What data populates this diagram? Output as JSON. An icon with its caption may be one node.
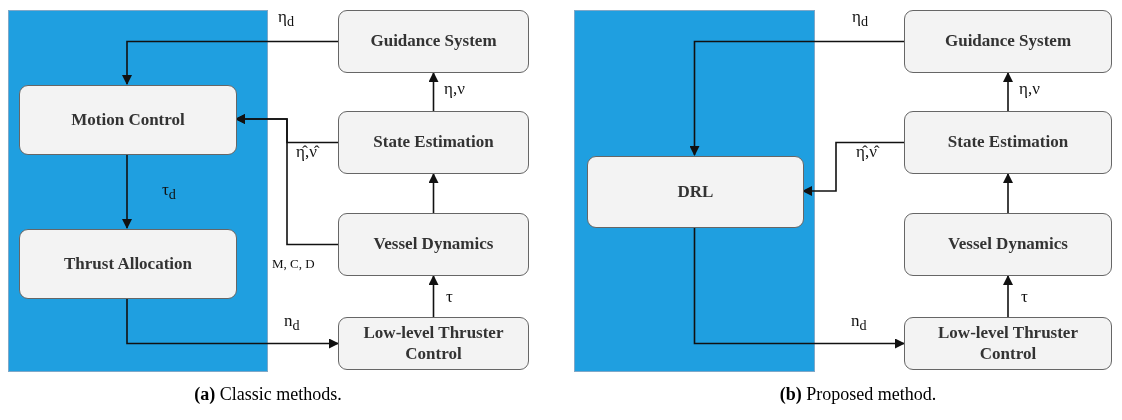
{
  "diagram": {
    "nodes": [
      {
        "text": [],
        "shape": "box"
      },
      {
        "text": [
          "Motion Control"
        ],
        "in": 0
      },
      {
        "text": [
          "Thrust Allocation"
        ],
        "in": 0
      },
      {
        "text": [
          "Guidance System"
        ]
      },
      {
        "text": [
          "State Estimation"
        ]
      },
      {
        "text": [
          "Vessel Dynamics"
        ]
      },
      {
        "text": [
          "Low-level Thruster Control"
        ]
      },
      {
        "text": [],
        "shape": "box"
      },
      {
        "text": [
          "DRL"
        ],
        "in": 7
      },
      {
        "text": [
          "Guidance System"
        ]
      },
      {
        "text": [
          "State Estimation"
        ]
      },
      {
        "text": [
          "Vessel Dynamics"
        ]
      },
      {
        "text": [
          "Low-level Thruster Control"
        ]
      }
    ],
    "edges": [
      {
        "from": 3,
        "to": 1,
        "arrow": "to",
        "label": "η$_{d}$"
      },
      {
        "from": 4,
        "to": 3,
        "arrow": "to",
        "label": "η,ν"
      },
      {
        "from": 4,
        "to": 1,
        "arrow": "to",
        "label": "η̂,ν̂"
      },
      {
        "from": 5,
        "to": 1,
        "arrow": "to",
        "label": "M, C, D"
      },
      {
        "from": 5,
        "to": 4,
        "arrow": "to"
      },
      {
        "from": 1,
        "to": 2,
        "arrow": "to",
        "label": "τ$_{d}$"
      },
      {
        "from": 2,
        "to": 6,
        "arrow": "to",
        "label": "n$_{d}$"
      },
      {
        "from": 6,
        "to": 5,
        "arrow": "to",
        "label": "τ"
      },
      {
        "from": 9,
        "to": 8,
        "arrow": "to",
        "label": "η$_{d}$"
      },
      {
        "from": 10,
        "to": 9,
        "arrow": "to",
        "label": "η,ν"
      },
      {
        "from": 10,
        "to": 8,
        "arrow": "to",
        "label": "η̂,ν̂"
      },
      {
        "from": 11,
        "to": 10,
        "arrow": "to"
      },
      {
        "from": 8,
        "to": 12,
        "arrow": "to",
        "label": "n$_{d}$"
      },
      {
        "from": 12,
        "to": 11,
        "arrow": "to",
        "label": "τ"
      }
    ],
    "labels": [
      "**(a)** Classic methods.",
      "**(b)** Proposed method."
    ]
  }
}
